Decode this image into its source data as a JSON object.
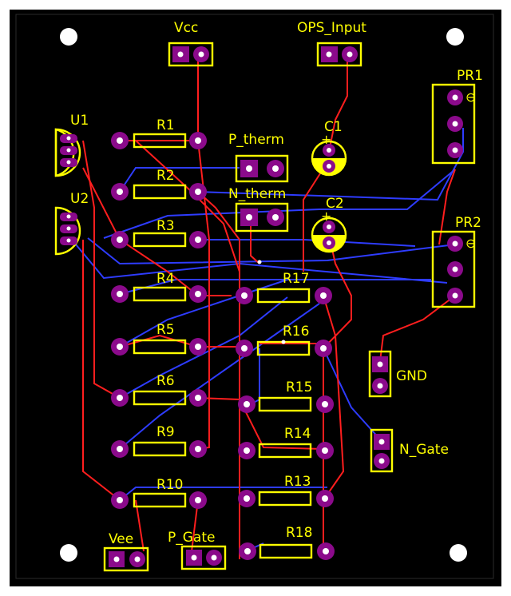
{
  "colors": {
    "board": "#000000",
    "frame": "#ffffff",
    "silk": "#ffff00",
    "pad": "#8b0a8b",
    "pad_square": "#6e0a6e",
    "hole": "#ffffff",
    "trace_top": "#ff1e1e",
    "trace_bottom": "#2e3cff",
    "mount_hole": "#ffffff"
  },
  "labels": {
    "vcc": "Vcc",
    "ops_input": "OPS_Input",
    "pr1": "PR1",
    "pr2": "PR2",
    "u1": "U1",
    "u2": "U2",
    "c1": "C1",
    "c2": "C2",
    "c1_plus": "+",
    "c2_plus": "+",
    "p_therm": "P_therm",
    "n_therm": "N_therm",
    "gnd": "GND",
    "n_gate": "N_Gate",
    "vee": "Vee",
    "p_gate": "P_Gate",
    "r1": "R1",
    "r2": "R2",
    "r3": "R3",
    "r4": "R4",
    "r5": "R5",
    "r6": "R6",
    "r9": "R9",
    "r10": "R10",
    "r13": "R13",
    "r14": "R14",
    "r15": "R15",
    "r16": "R16",
    "r17": "R17",
    "r18": "R18",
    "pot_marker": "⊖"
  }
}
